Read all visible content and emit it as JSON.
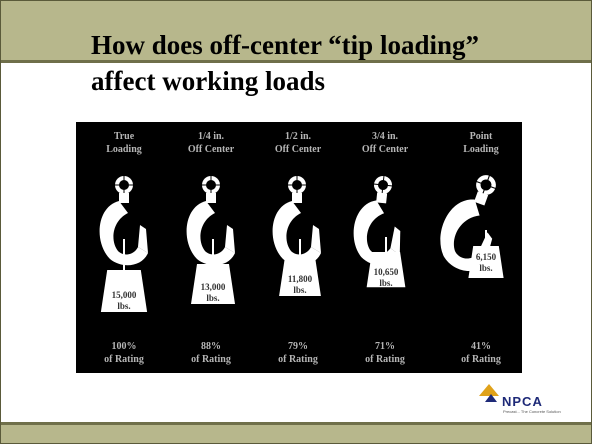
{
  "slide": {
    "title_line1": "How does off-center “tip loading”",
    "title_line2": "affect working loads"
  },
  "figure": {
    "columns": [
      {
        "head1": "True",
        "head2": "Loading",
        "weight1": "15,000",
        "weight2": "lbs.",
        "pct": "100%",
        "rating": "of Rating"
      },
      {
        "head1": "1/4 in.",
        "head2": "Off Center",
        "weight1": "13,000",
        "weight2": "lbs.",
        "pct": "88%",
        "rating": "of Rating"
      },
      {
        "head1": "1/2 in.",
        "head2": "Off Center",
        "weight1": "11,800",
        "weight2": "lbs.",
        "pct": "79%",
        "rating": "of Rating"
      },
      {
        "head1": "3/4 in.",
        "head2": "Off Center",
        "weight1": "10,650",
        "weight2": "lbs.",
        "pct": "71%",
        "rating": "of Rating"
      },
      {
        "head1": "Point",
        "head2": "Loading",
        "weight1": "6,150",
        "weight2": "lbs.",
        "pct": "41%",
        "rating": "of Rating"
      }
    ]
  },
  "logo": {
    "text": "NPCA",
    "tagline": "Precast... The Concrete Solution",
    "accent_color": "#e0a21a",
    "text_color": "#1e2a78"
  },
  "colors": {
    "title_bar": "#b7b78c",
    "title_rule": "#6f6f4a",
    "figure_bg": "#000000",
    "label_gray": "#b5b5b5"
  }
}
